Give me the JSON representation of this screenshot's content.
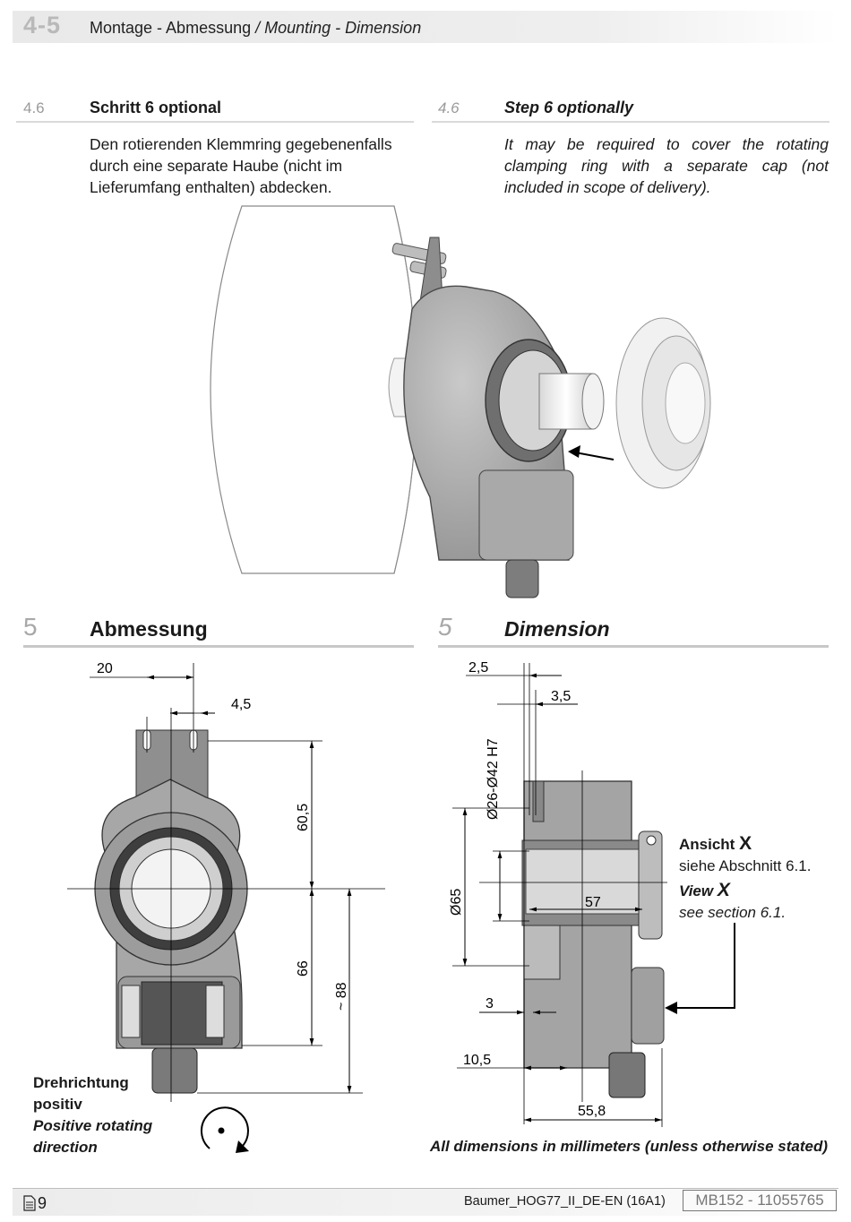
{
  "header": {
    "section_number": "4-5",
    "title_de": "Montage - Abmessung",
    "title_sep": " / ",
    "title_en": "Mounting - Dimension"
  },
  "step6": {
    "number_de": "4.6",
    "title_de": "Schritt 6 optional",
    "text_de": "Den rotierenden Klemmring gegebenenfalls durch eine separate Haube (nicht im Lieferumfang enthalten) abdecken.",
    "number_en": "4.6",
    "title_en": "Step 6 optionally",
    "text_en": "It may be required to cover the rotating clamping ring with a separate cap (not included in scope of delivery)."
  },
  "dimension": {
    "number_de": "5",
    "title_de": "Abmessung",
    "number_en": "5",
    "title_en": "Dimension",
    "front_view": {
      "dim_top_width": "20",
      "dim_slot": "4,5",
      "dim_upper_height": "60,5",
      "dim_lower_height": "66",
      "dim_total_height": "~ 88"
    },
    "side_view": {
      "dim_flange_thickness": "2,5",
      "dim_gap": "3,5",
      "dim_bore": "Ø26-Ø42 H7",
      "dim_diameter": "Ø65",
      "dim_length": "57",
      "dim_offset": "3",
      "dim_depth": "10,5",
      "dim_overall": "55,8"
    },
    "view_x": {
      "label_de": "Ansicht",
      "letter_de": "X",
      "ref_de": "siehe Abschnitt 6.1.",
      "label_en": "View",
      "letter_en": "X",
      "ref_en": "see section 6.1."
    },
    "rotation": {
      "de_line1": "Drehrichtung",
      "de_line2": "positiv",
      "en_line1": "Positive rotating",
      "en_line2": "direction"
    },
    "note": "All dimensions in millimeters (unless otherwise stated)"
  },
  "footer": {
    "page_number": "9",
    "document": "Baumer_HOG77_II_DE-EN  (16A1)",
    "reference": "MB152 - 11055765"
  }
}
